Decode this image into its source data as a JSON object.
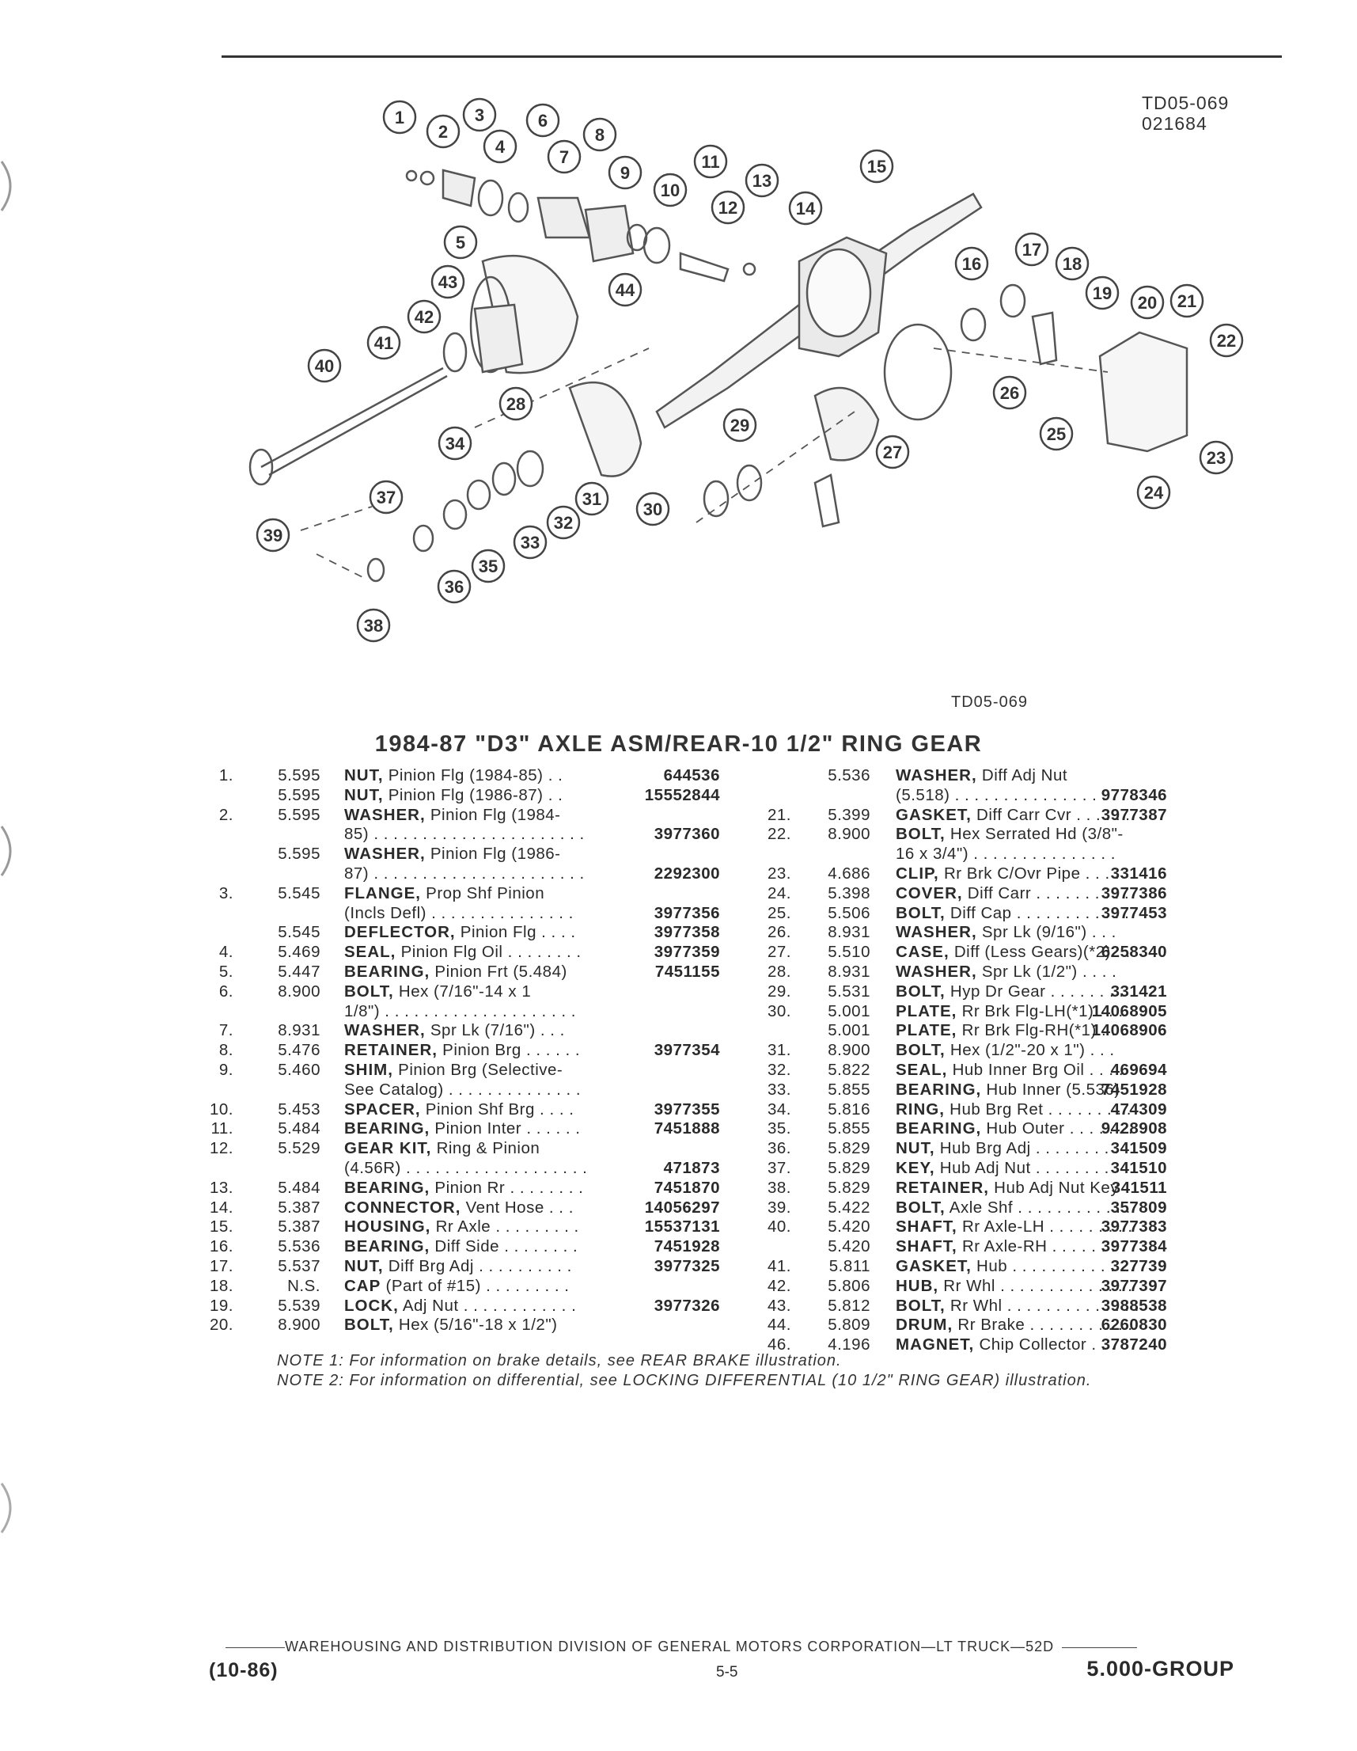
{
  "drawing": {
    "id_top": "TD05-069",
    "code_top": "021684",
    "id_bottom": "TD05-069"
  },
  "callouts": [
    "1",
    "2",
    "3",
    "4",
    "5",
    "6",
    "7",
    "8",
    "9",
    "10",
    "11",
    "12",
    "13",
    "14",
    "15",
    "16",
    "17",
    "18",
    "19",
    "20",
    "21",
    "22",
    "23",
    "24",
    "25",
    "26",
    "27",
    "28",
    "29",
    "30",
    "31",
    "32",
    "33",
    "34",
    "35",
    "36",
    "37",
    "38",
    "39",
    "40",
    "41",
    "42",
    "43",
    "44"
  ],
  "title": "1984-87 \"D3\" AXLE ASM/REAR-10 1/2\" RING GEAR",
  "parts_left": [
    {
      "n": "1.",
      "g": "5.595",
      "name": "NUT,",
      "rest": " Pinion Flg (1984-85)  . .",
      "pn": "644536"
    },
    {
      "n": "",
      "g": "5.595",
      "name": "NUT,",
      "rest": " Pinion Flg (1986-87)  . .",
      "pn": "15552844"
    },
    {
      "n": "2.",
      "g": "5.595",
      "name": "WASHER,",
      "rest": " Pinion Flg (1984-",
      "pn": ""
    },
    {
      "n": "",
      "g": "",
      "name": "",
      "rest": "85) . . . . . . . . . . . . . . . . . . . . . .",
      "pn": "3977360"
    },
    {
      "n": "",
      "g": "5.595",
      "name": "WASHER,",
      "rest": " Pinion Flg (1986-",
      "pn": ""
    },
    {
      "n": "",
      "g": "",
      "name": "",
      "rest": "87) . . . . . . . . . . . . . . . . . . . . . .",
      "pn": "2292300"
    },
    {
      "n": "3.",
      "g": "5.545",
      "name": "FLANGE,",
      "rest": " Prop Shf Pinion",
      "pn": ""
    },
    {
      "n": "",
      "g": "",
      "name": "",
      "rest": "(Incls Defl) . . . . . . . . . . . . . . .",
      "pn": "3977356"
    },
    {
      "n": "",
      "g": "5.545",
      "name": "DEFLECTOR,",
      "rest": " Pinion Flg  . . . .",
      "pn": "3977358"
    },
    {
      "n": "4.",
      "g": "5.469",
      "name": "SEAL,",
      "rest": " Pinion Flg Oil  . . . . . . . .",
      "pn": "3977359"
    },
    {
      "n": "5.",
      "g": "5.447",
      "name": "BEARING,",
      "rest": " Pinion Frt (5.484)",
      "pn": "7451155"
    },
    {
      "n": "6.",
      "g": "8.900",
      "name": "BOLT,",
      "rest": " Hex (7/16\"-14 x 1",
      "pn": ""
    },
    {
      "n": "",
      "g": "",
      "name": "",
      "rest": "1/8\")  . . . . . . . . . . . . . . . . . . . .",
      "pn": ""
    },
    {
      "n": "7.",
      "g": "8.931",
      "name": "WASHER,",
      "rest": " Spr Lk (7/16\")  . . .",
      "pn": ""
    },
    {
      "n": "8.",
      "g": "5.476",
      "name": "RETAINER,",
      "rest": " Pinion Brg  . . . . . .",
      "pn": "3977354"
    },
    {
      "n": "9.",
      "g": "5.460",
      "name": "SHIM,",
      "rest": " Pinion Brg (Selective-",
      "pn": ""
    },
    {
      "n": "",
      "g": "",
      "name": "",
      "rest": "See Catalog) . . . . . . . . . . . . . .",
      "pn": ""
    },
    {
      "n": "10.",
      "g": "5.453",
      "name": "SPACER,",
      "rest": " Pinion Shf Brg  . . . .",
      "pn": "3977355"
    },
    {
      "n": "11.",
      "g": "5.484",
      "name": "BEARING,",
      "rest": " Pinion Inter  . . . . . .",
      "pn": "7451888"
    },
    {
      "n": "12.",
      "g": "5.529",
      "name": "GEAR KIT,",
      "rest": " Ring & Pinion",
      "pn": ""
    },
    {
      "n": "",
      "g": "",
      "name": "",
      "rest": "(4.56R) . . . . . . . . . . . . . . . . . . .",
      "pn": "471873"
    },
    {
      "n": "13.",
      "g": "5.484",
      "name": "BEARING,",
      "rest": " Pinion Rr  . . . . . . . .",
      "pn": "7451870"
    },
    {
      "n": "14.",
      "g": "5.387",
      "name": "CONNECTOR,",
      "rest": " Vent Hose  . . .",
      "pn": "14056297"
    },
    {
      "n": "15.",
      "g": "5.387",
      "name": "HOUSING,",
      "rest": " Rr Axle  . . . . . . . . .",
      "pn": "15537131"
    },
    {
      "n": "16.",
      "g": "5.536",
      "name": "BEARING,",
      "rest": " Diff Side  . . . . . . . .",
      "pn": "7451928"
    },
    {
      "n": "17.",
      "g": "5.537",
      "name": "NUT,",
      "rest": " Diff Brg Adj  . . . . . . . . . .",
      "pn": "3977325"
    },
    {
      "n": "18.",
      "g": "N.S.",
      "name": "CAP",
      "rest": " (Part of #15)  . . . . . . . . .",
      "pn": ""
    },
    {
      "n": "19.",
      "g": "5.539",
      "name": "LOCK,",
      "rest": " Adj Nut  . . . . . . . . . . . .",
      "pn": "3977326"
    },
    {
      "n": "20.",
      "g": "8.900",
      "name": "BOLT,",
      "rest": " Hex (5/16\"-18 x 1/2\")",
      "pn": ""
    }
  ],
  "parts_right": [
    {
      "n": "",
      "g": "5.536",
      "name": "WASHER,",
      "rest": " Diff Adj Nut",
      "pn": ""
    },
    {
      "n": "",
      "g": "",
      "name": "",
      "rest": "(5.518)  . . . . . . . . . . . . . . . . . . .",
      "pn": "9778346"
    },
    {
      "n": "21.",
      "g": "5.399",
      "name": "GASKET,",
      "rest": " Diff Carr Cvr  . . . . . .",
      "pn": "3977387"
    },
    {
      "n": "22.",
      "g": "8.900",
      "name": "BOLT,",
      "rest": " Hex Serrated Hd (3/8\"-",
      "pn": ""
    },
    {
      "n": "",
      "g": "",
      "name": "",
      "rest": "16 x 3/4\")  . . . . . . . . . . . . . . .",
      "pn": ""
    },
    {
      "n": "23.",
      "g": "4.686",
      "name": "CLIP,",
      "rest": " Rr Brk C/Ovr Pipe  . . . .",
      "pn": "331416"
    },
    {
      "n": "24.",
      "g": "5.398",
      "name": "COVER,",
      "rest": " Diff Carr  . . . . . . . . . .",
      "pn": "3977386"
    },
    {
      "n": "25.",
      "g": "5.506",
      "name": "BOLT,",
      "rest": " Diff Cap  . . . . . . . . . . . .",
      "pn": "3977453"
    },
    {
      "n": "26.",
      "g": "8.931",
      "name": "WASHER,",
      "rest": " Spr Lk (9/16\")  . . .",
      "pn": ""
    },
    {
      "n": "27.",
      "g": "5.510",
      "name": "CASE,",
      "rest": " Diff (Less Gears)(*2)  . .",
      "pn": "6258340"
    },
    {
      "n": "28.",
      "g": "8.931",
      "name": "WASHER,",
      "rest": " Spr Lk (1/2\")  . . . .",
      "pn": ""
    },
    {
      "n": "29.",
      "g": "5.531",
      "name": "BOLT,",
      "rest": " Hyp Dr Gear  . . . . . . . .",
      "pn": "331421"
    },
    {
      "n": "30.",
      "g": "5.001",
      "name": "PLATE,",
      "rest": " Rr Brk Flg-LH(*1)  . . .",
      "pn": "14068905"
    },
    {
      "n": "",
      "g": "5.001",
      "name": "PLATE,",
      "rest": " Rr Brk Flg-RH(*1)  . . .",
      "pn": "14068906"
    },
    {
      "n": "31.",
      "g": "8.900",
      "name": "BOLT,",
      "rest": " Hex (1/2\"-20 x 1\")  . . .",
      "pn": ""
    },
    {
      "n": "32.",
      "g": "5.822",
      "name": "SEAL,",
      "rest": " Hub Inner Brg Oil  . . . .",
      "pn": "469694"
    },
    {
      "n": "33.",
      "g": "5.855",
      "name": "BEARING,",
      "rest": " Hub Inner (5.536)",
      "pn": "7451928"
    },
    {
      "n": "34.",
      "g": "5.816",
      "name": "RING,",
      "rest": " Hub Brg Ret  . . . . . . . . .",
      "pn": "474309"
    },
    {
      "n": "35.",
      "g": "5.855",
      "name": "BEARING,",
      "rest": " Hub Outer  . . . . . . .",
      "pn": "9428908"
    },
    {
      "n": "36.",
      "g": "5.829",
      "name": "NUT,",
      "rest": " Hub Brg Adj  . . . . . . . . .",
      "pn": "341509"
    },
    {
      "n": "37.",
      "g": "5.829",
      "name": "KEY,",
      "rest": " Hub Adj Nut  . . . . . . . .",
      "pn": "341510"
    },
    {
      "n": "38.",
      "g": "5.829",
      "name": "RETAINER,",
      "rest": " Hub Adj Nut Key",
      "pn": "341511"
    },
    {
      "n": "39.",
      "g": "5.422",
      "name": "BOLT,",
      "rest": " Axle Shf  . . . . . . . . . . . .",
      "pn": "357809"
    },
    {
      "n": "40.",
      "g": "5.420",
      "name": "SHAFT,",
      "rest": " Rr Axle-LH  . . . . . . . . .",
      "pn": "3977383"
    },
    {
      "n": "",
      "g": "5.420",
      "name": "SHAFT,",
      "rest": " Rr Axle-RH  . . . . . . . . .",
      "pn": "3977384"
    },
    {
      "n": "41.",
      "g": "5.811",
      "name": "GASKET,",
      "rest": " Hub  . . . . . . . . . . . . .",
      "pn": "327739"
    },
    {
      "n": "42.",
      "g": "5.806",
      "name": "HUB,",
      "rest": " Rr Whl  . . . . . . . . . . . . . .",
      "pn": "3977397"
    },
    {
      "n": "43.",
      "g": "5.812",
      "name": "BOLT,",
      "rest": " Rr Whl  . . . . . . . . . . . . . .",
      "pn": "3988538"
    },
    {
      "n": "44.",
      "g": "5.809",
      "name": "DRUM,",
      "rest": " Rr Brake  . . . . . . . . . . .",
      "pn": "6260830"
    },
    {
      "n": "46.",
      "g": "4.196",
      "name": "MAGNET,",
      "rest": " Chip Collector  . . .",
      "pn": "3787240"
    }
  ],
  "notes": [
    "NOTE 1: For information on brake details, see REAR BRAKE illustration.",
    "NOTE 2: For information on differential, see LOCKING DIFFERENTIAL (10 1/2\" RING GEAR) illustration."
  ],
  "footer": {
    "line": "WAREHOUSING AND DISTRIBUTION DIVISION OF GENERAL MOTORS CORPORATION—LT TRUCK—52D",
    "date": "(10-86)",
    "page": "5-5",
    "group": "5.000-GROUP"
  }
}
